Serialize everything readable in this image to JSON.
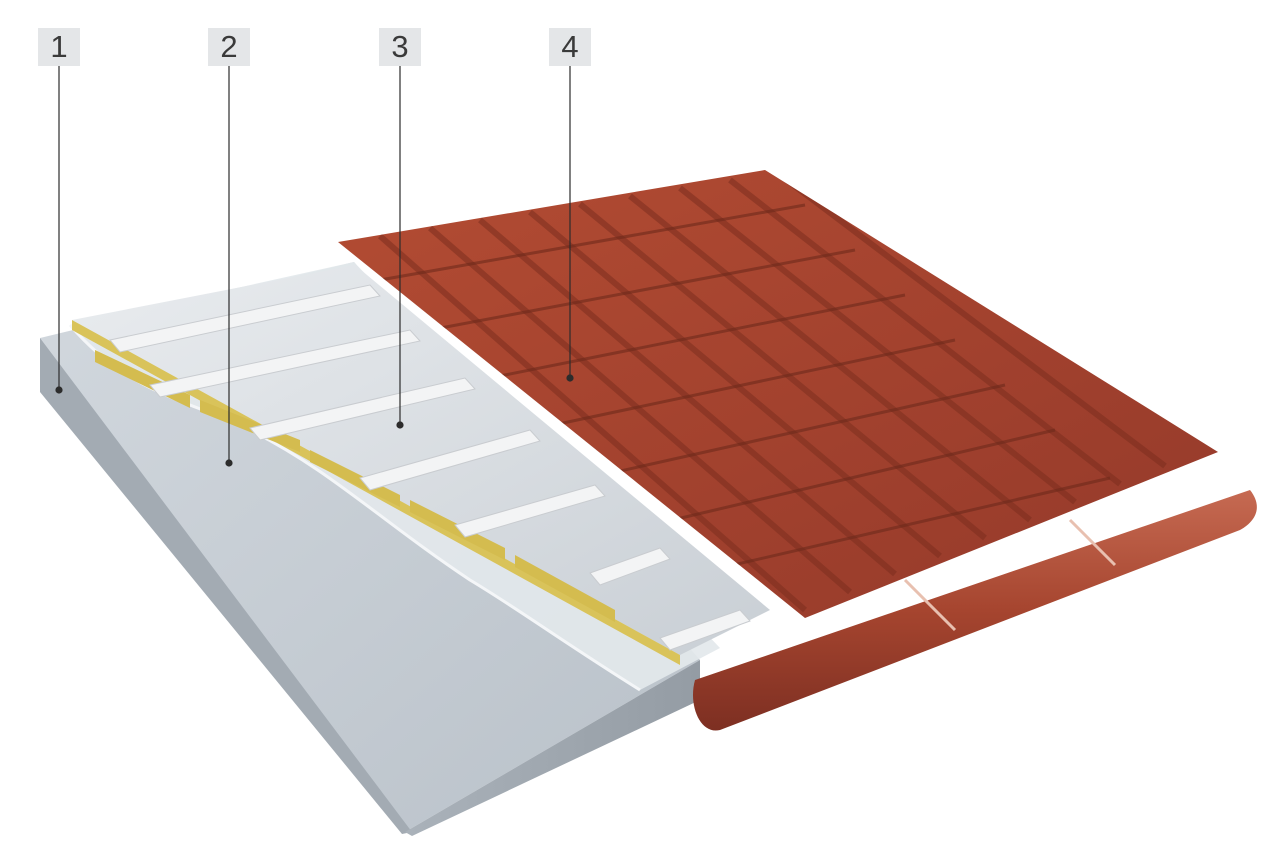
{
  "callouts": [
    {
      "label": "1",
      "target": "concrete-slab"
    },
    {
      "label": "2",
      "target": "membrane-layer"
    },
    {
      "label": "3",
      "target": "insulation-board"
    },
    {
      "label": "4",
      "target": "metal-tile-sheet"
    }
  ],
  "colors": {
    "concrete_top": "#c4ccd4",
    "concrete_side": "#b1b8c0",
    "concrete_front": "#9ea6ae",
    "membrane": "#e3e8ec",
    "insulation_top": "#dde2e6",
    "insulation_edge": "#d9c35a",
    "batten": "#f3f4f5",
    "tile": "#a8452f",
    "tile_shadow": "#7d2f1f",
    "gutter": "#b3573f",
    "label_bg": "#e4e6e8",
    "leader_line": "#2c2c2c"
  }
}
